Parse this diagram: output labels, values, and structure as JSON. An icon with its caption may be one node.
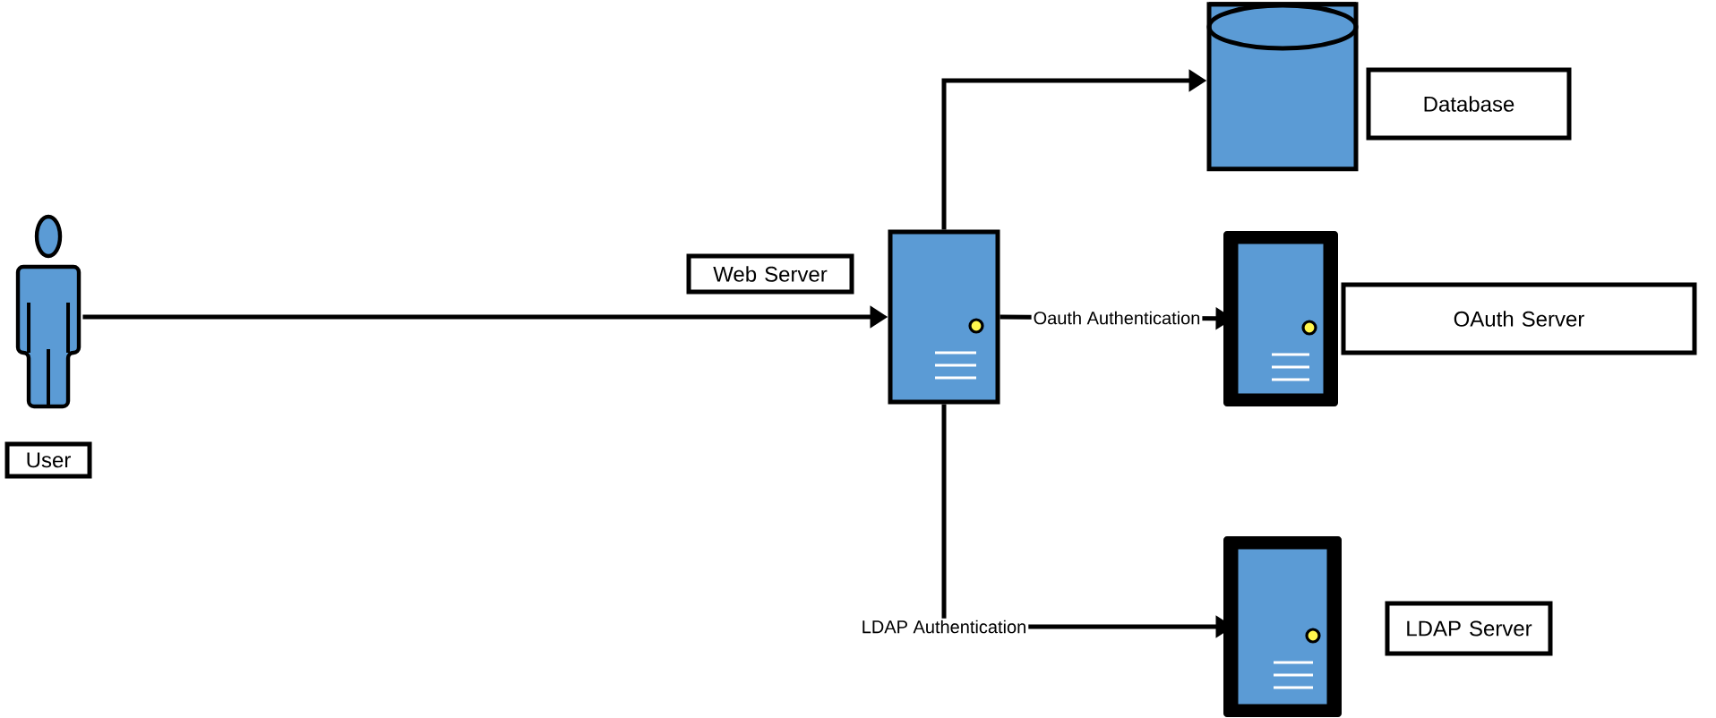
{
  "diagram": {
    "nodes": [
      {
        "text": [
          "User"
        ]
      },
      {
        "text": [
          "Web Server"
        ]
      },
      {
        "text": [
          "Database"
        ]
      },
      {
        "text": [
          "OAuth Server"
        ]
      },
      {
        "text": [
          "LDAP Server"
        ]
      }
    ],
    "edges": [
      {
        "from": 0,
        "to": 1,
        "arrow": "to"
      },
      {
        "from": 1,
        "to": 2,
        "arrow": "to"
      },
      {
        "from": 1,
        "to": 3,
        "arrow": "to",
        "label": "Oauth Authentication"
      },
      {
        "from": 1,
        "to": 4,
        "arrow": "to",
        "label": "LDAP Authentication"
      }
    ]
  }
}
